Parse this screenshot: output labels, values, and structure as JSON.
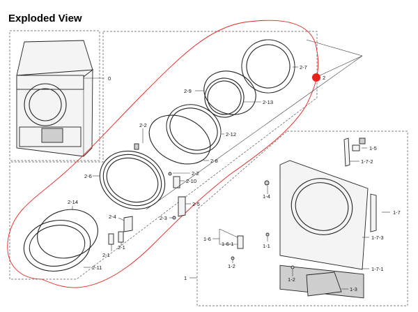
{
  "page": {
    "title": "Exploded View"
  },
  "callouts": {
    "c0": "0",
    "c2": "2",
    "c2_7": "2-7",
    "c2_9": "2-9",
    "c2_13": "2-13",
    "c2_12": "2-12",
    "c2_8": "2-8",
    "c2_2a": "2-2",
    "c2_2b": "2-2",
    "c2_6": "2-6",
    "c2_10": "2-10",
    "c2_5": "2-5",
    "c2_3": "2-3",
    "c2_4": "2-4",
    "c2_14": "2-14",
    "c2_1a": "2-1",
    "c2_1b": "2-1",
    "c2_11": "2-11",
    "c1": "1",
    "c1_5": "1-5",
    "c1_7_2": "1-7-2",
    "c1_7": "1-7",
    "c1_7_3": "1-7-3",
    "c1_7_1": "1-7-1",
    "c1_3": "1-3",
    "c1_2a": "1-2",
    "c1_2b": "1-2",
    "c1_1": "1-1",
    "c1_4": "1-4",
    "c1_6": "1-6",
    "c1_6_1": "1-6-1"
  },
  "annotations": {
    "marker_color": "#e8231f",
    "highlight_color": "#e8231f"
  }
}
